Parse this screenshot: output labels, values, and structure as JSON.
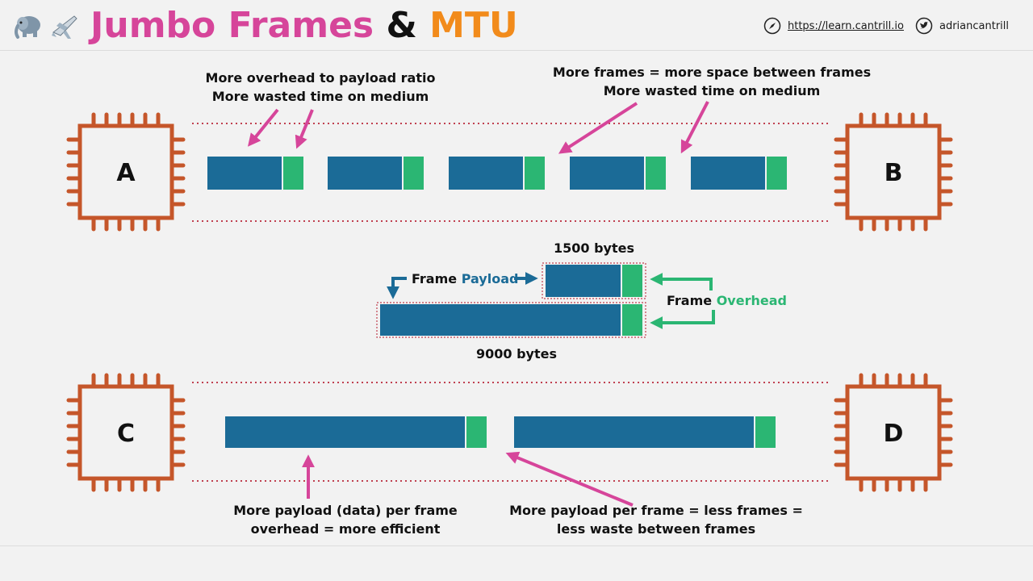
{
  "header": {
    "title_part1": "Jumbo Frames",
    "title_part2": "&",
    "title_part3": "MTU",
    "website": "https://learn.cantrill.io",
    "twitter": "adriancantrill",
    "icons": [
      "elephant-icon",
      "airplane-icon",
      "compass-icon",
      "twitter-icon"
    ]
  },
  "colors": {
    "payload": "#1b6b97",
    "overhead": "#2bb673",
    "chip": "#c5562a",
    "arrow_pink": "#d6459a",
    "arrow_green": "#2bb673",
    "arrow_blue": "#1b6b97",
    "guide_dotted": "#c04050"
  },
  "nodes": {
    "a": "A",
    "b": "B",
    "c": "C",
    "d": "D"
  },
  "top_section": {
    "note_left": [
      "More overhead to payload ratio",
      "More wasted time on medium"
    ],
    "note_right": [
      "More frames = more space between frames",
      "More wasted time on medium"
    ],
    "frame_count": 5
  },
  "legend": {
    "small_size": "1500 bytes",
    "large_size": "9000 bytes",
    "payload_label_1": "Frame",
    "payload_label_2": "Payload",
    "overhead_label_1": "Frame",
    "overhead_label_2": "Overhead"
  },
  "bottom_section": {
    "note_left": [
      "More payload (data) per frame",
      "overhead = more efficient"
    ],
    "note_right": [
      "More payload per frame = less frames =",
      "less waste between frames"
    ],
    "frame_count": 2
  }
}
